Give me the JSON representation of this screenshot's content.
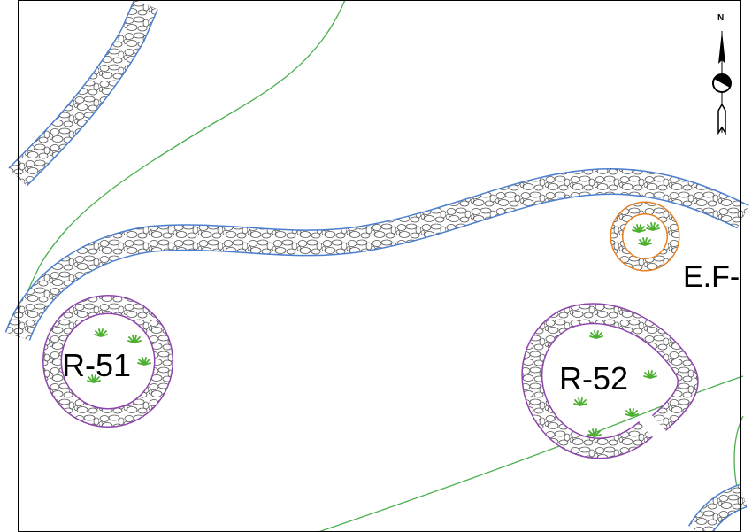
{
  "map": {
    "labels": {
      "r51": "R-51",
      "r52": "R-52",
      "ef": "E.F-"
    },
    "north_arrow": {
      "letter": "N"
    },
    "colors": {
      "stone_edge": "#4a7fd0",
      "stone_fill": "#ffffff",
      "stone_outline": "#555555",
      "contour": "#4caf50",
      "ring_purple": "#8e44ad",
      "ring_orange": "#e67e22",
      "grass": "#4caf2f"
    }
  }
}
